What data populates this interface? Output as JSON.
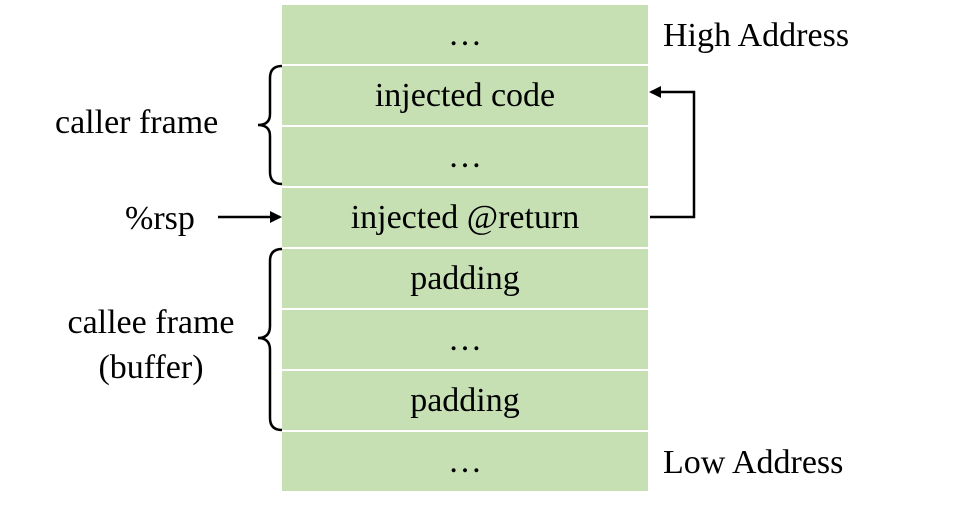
{
  "stack": {
    "cells": [
      "…",
      "injected code",
      "…",
      "injected @return",
      "padding",
      "…",
      "padding",
      "…"
    ]
  },
  "labels": {
    "high_address": "High Address",
    "low_address": "Low Address",
    "caller_frame": "caller frame",
    "rsp": "%rsp",
    "callee_frame_line1": "callee frame",
    "callee_frame_line2": "(buffer)"
  }
}
